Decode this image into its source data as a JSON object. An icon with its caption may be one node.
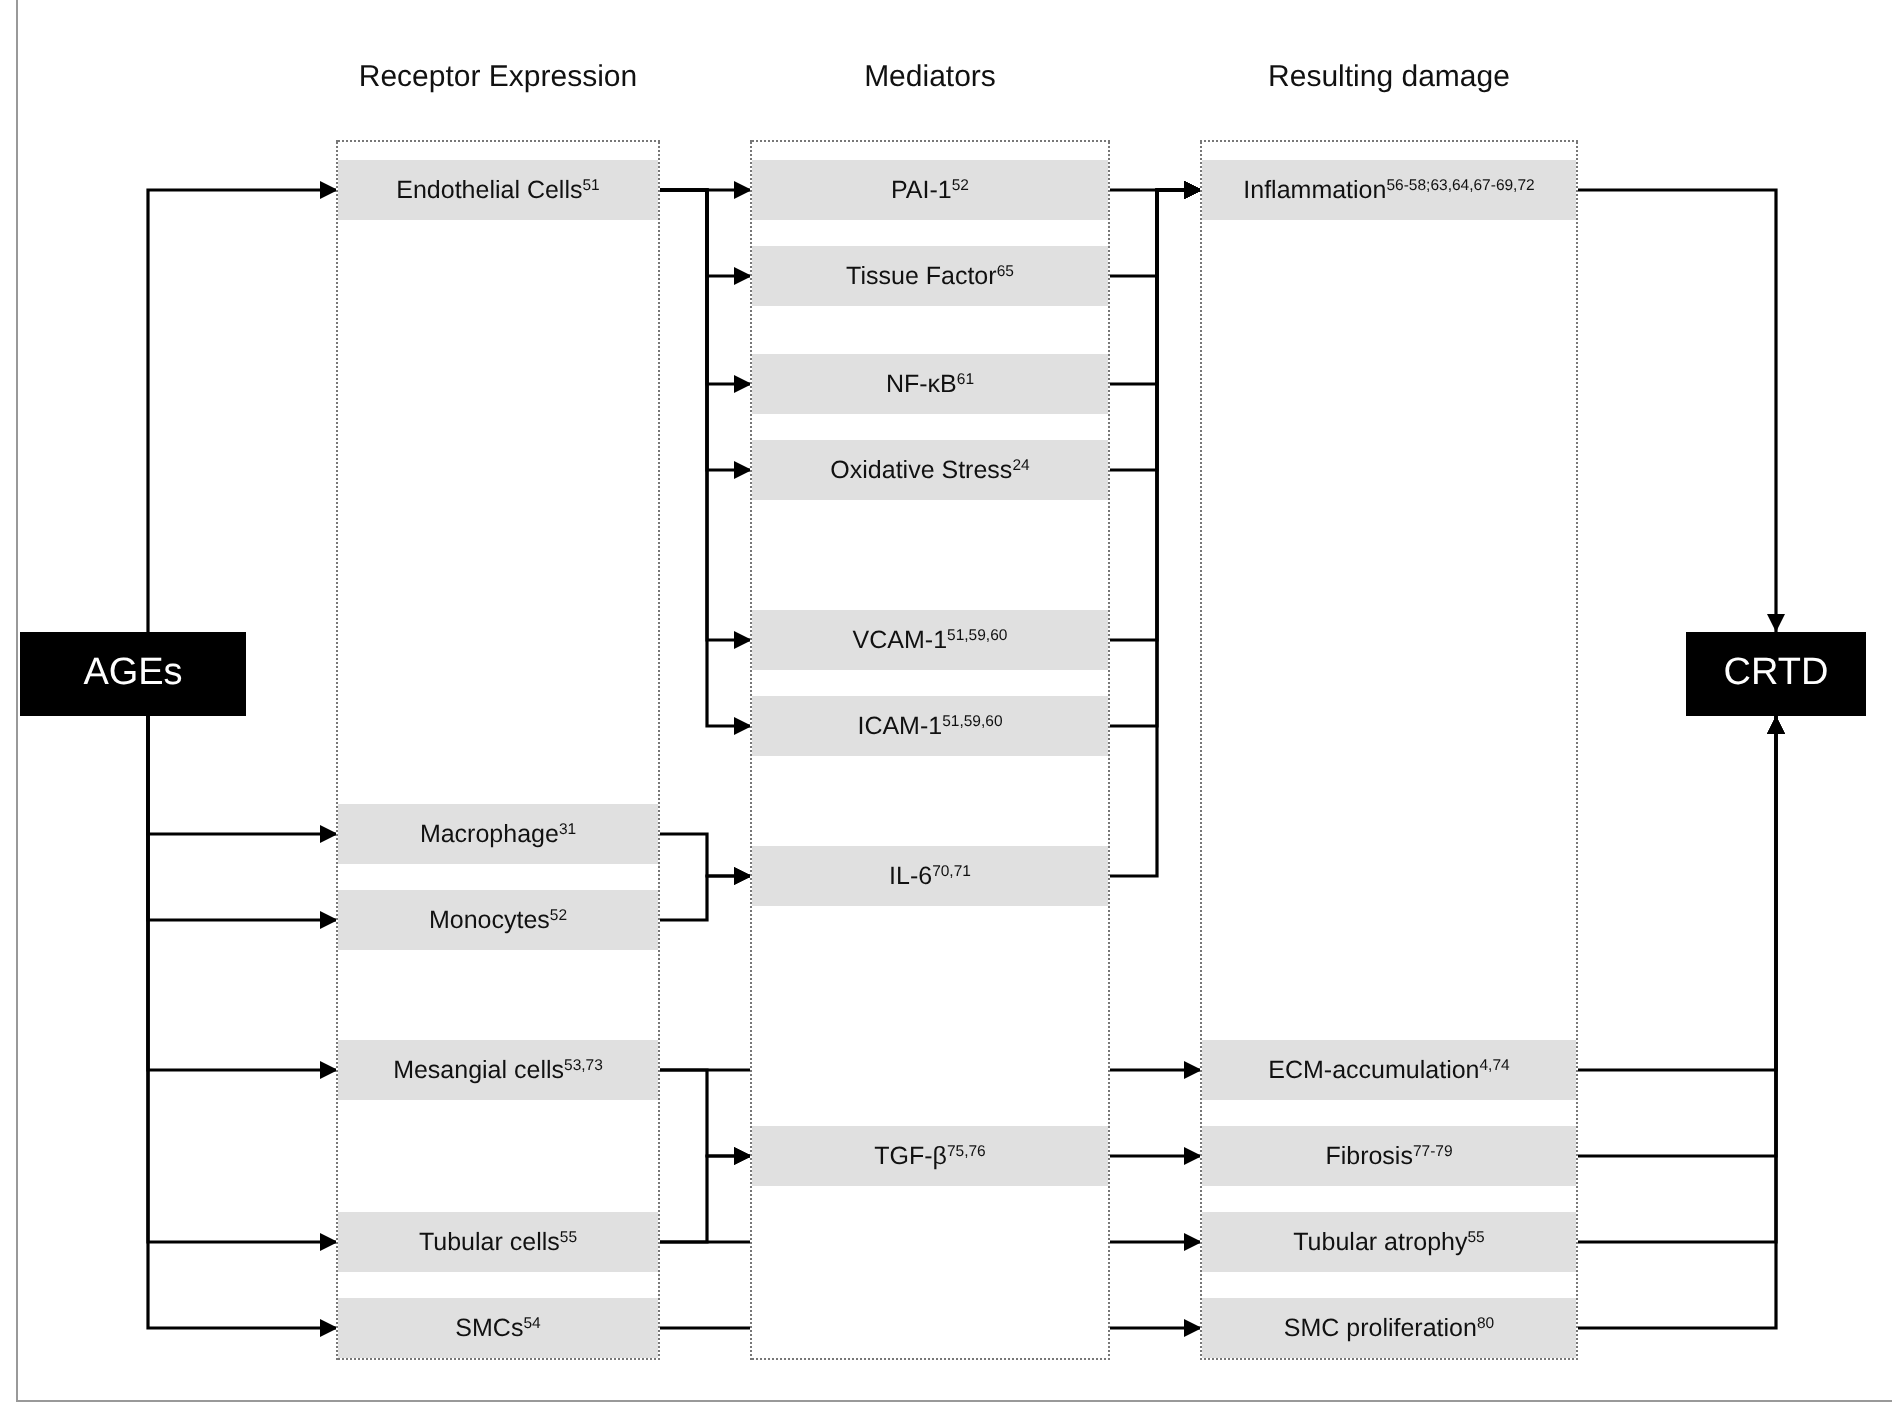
{
  "diagram": {
    "nodes": [
      {
        "text": [
          "AGEs"
        ]
      },
      {
        "text": [
          "Receptor Expression"
        ]
      },
      {
        "text": [
          "Endothelial Cells$^{51}$"
        ],
        "in": 1
      },
      {
        "text": [
          "Macrophage$^{31}$"
        ],
        "in": 1
      },
      {
        "text": [
          "Monocytes$^{52}$"
        ],
        "in": 1
      },
      {
        "text": [
          "Mesangial cells$^{53,73}$"
        ],
        "in": 1
      },
      {
        "text": [
          "Tubular cells$^{55}$"
        ],
        "in": 1
      },
      {
        "text": [
          "SMCs$^{54}$"
        ],
        "in": 1
      },
      {
        "text": [
          "Mediators"
        ]
      },
      {
        "text": [
          "PAI-1$^{52}$"
        ],
        "in": 8
      },
      {
        "text": [
          "Tissue Factor$^{65}$"
        ],
        "in": 8
      },
      {
        "text": [
          "NF-κB$^{61}$"
        ],
        "in": 8
      },
      {
        "text": [
          "Oxidative Stress$^{24}$"
        ],
        "in": 8
      },
      {
        "text": [
          "VCAM-1$^{51,59,60}$"
        ],
        "in": 8
      },
      {
        "text": [
          "ICAM-1$^{51,59,60}$"
        ],
        "in": 8
      },
      {
        "text": [
          "IL-6$^{70,71}$"
        ],
        "in": 8
      },
      {
        "text": [
          "TGF-β$^{75,76}$"
        ],
        "in": 8
      },
      {
        "text": [
          "Resulting damage"
        ]
      },
      {
        "text": [
          "Inflammation$^{56-58;63,64,67-69,72}$"
        ],
        "in": 17
      },
      {
        "text": [
          "ECM-accumulation$^{4,74}$"
        ],
        "in": 17
      },
      {
        "text": [
          "Fibrosis$^{77-79}$"
        ],
        "in": 17
      },
      {
        "text": [
          "Tubular atrophy$^{55}$"
        ],
        "in": 17
      },
      {
        "text": [
          "SMC proliferation$^{80}$"
        ],
        "in": 17
      },
      {
        "text": [
          "CRTD"
        ]
      }
    ],
    "edges": [
      {
        "from": 0,
        "to": 2,
        "arrow": "to"
      },
      {
        "from": 0,
        "to": 3,
        "arrow": "to"
      },
      {
        "from": 0,
        "to": 4,
        "arrow": "to"
      },
      {
        "from": 0,
        "to": 5,
        "arrow": "to"
      },
      {
        "from": 0,
        "to": 6,
        "arrow": "to"
      },
      {
        "from": 0,
        "to": 7,
        "arrow": "to"
      },
      {
        "from": 2,
        "to": 9,
        "arrow": "to"
      },
      {
        "from": 2,
        "to": 10,
        "arrow": "to"
      },
      {
        "from": 2,
        "to": 11,
        "arrow": "to"
      },
      {
        "from": 2,
        "to": 12,
        "arrow": "to"
      },
      {
        "from": 2,
        "to": 13,
        "arrow": "to"
      },
      {
        "from": 2,
        "to": 14,
        "arrow": "to"
      },
      {
        "from": 3,
        "to": 15,
        "arrow": "to"
      },
      {
        "from": 4,
        "to": 15,
        "arrow": "to"
      },
      {
        "from": 5,
        "to": 19,
        "arrow": "to"
      },
      {
        "from": 5,
        "to": 16,
        "arrow": "to"
      },
      {
        "from": 6,
        "to": 16,
        "arrow": "to"
      },
      {
        "from": 6,
        "to": 21,
        "arrow": "to"
      },
      {
        "from": 7,
        "to": 22,
        "arrow": "to"
      },
      {
        "from": 9,
        "to": 18,
        "arrow": "to"
      },
      {
        "from": 10,
        "to": 18,
        "arrow": "to"
      },
      {
        "from": 11,
        "to": 18,
        "arrow": "to"
      },
      {
        "from": 12,
        "to": 18,
        "arrow": "to"
      },
      {
        "from": 13,
        "to": 18,
        "arrow": "to"
      },
      {
        "from": 14,
        "to": 18,
        "arrow": "to"
      },
      {
        "from": 15,
        "to": 18,
        "arrow": "to"
      },
      {
        "from": 16,
        "to": 20,
        "arrow": "to"
      },
      {
        "from": 18,
        "to": 23,
        "arrow": "to"
      },
      {
        "from": 19,
        "to": 23,
        "arrow": "to"
      },
      {
        "from": 20,
        "to": 23,
        "arrow": "to"
      },
      {
        "from": 21,
        "to": 23,
        "arrow": "to"
      },
      {
        "from": 22,
        "to": 23,
        "arrow": "to"
      }
    ]
  }
}
